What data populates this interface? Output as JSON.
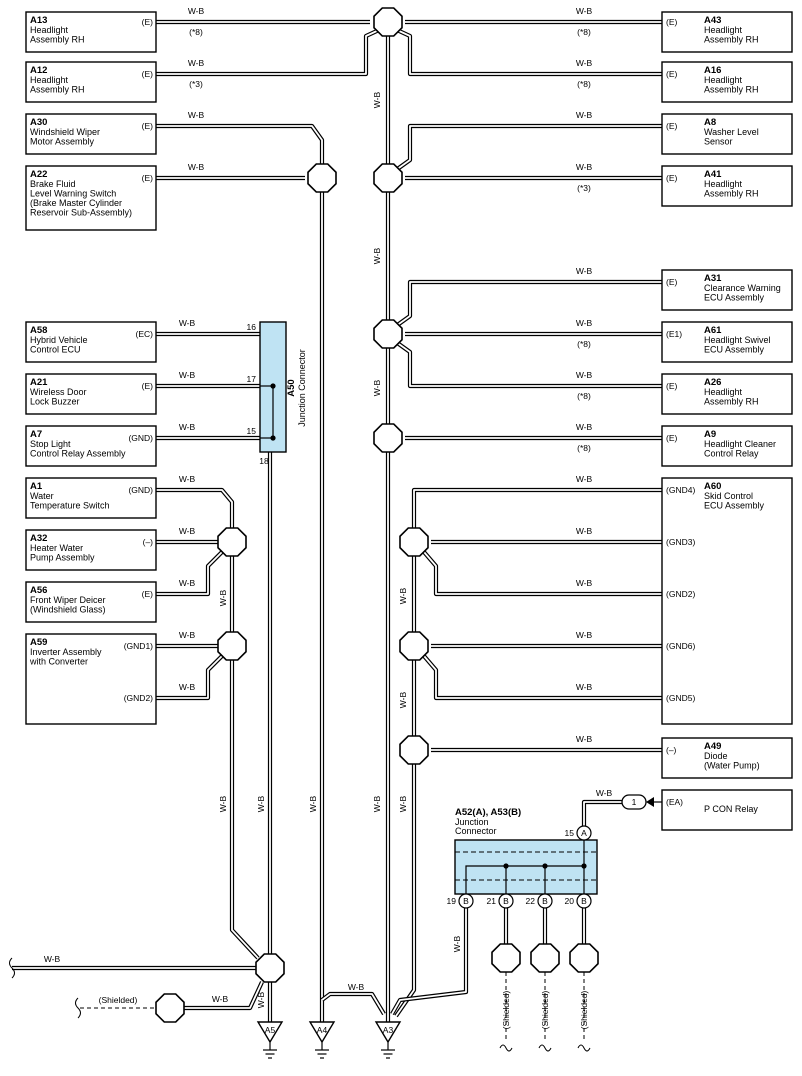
{
  "wire_color": "W-B",
  "left_components": [
    {
      "code": "A13",
      "lines": [
        "Headlight",
        "Assembly RH"
      ],
      "pin": "(E)",
      "note": "(*8)"
    },
    {
      "code": "A12",
      "lines": [
        "Headlight",
        "Assembly RH"
      ],
      "pin": "(E)",
      "note": "(*3)"
    },
    {
      "code": "A30",
      "lines": [
        "Windshield Wiper",
        "Motor Assembly"
      ],
      "pin": "(E)"
    },
    {
      "code": "A22",
      "lines": [
        "Brake Fluid",
        "Level Warning Switch",
        "(Brake Master Cylinder",
        " Reservoir Sub-Assembly)"
      ],
      "pin": "(E)"
    },
    {
      "code": "A58",
      "lines": [
        "Hybrid Vehicle",
        "Control ECU"
      ],
      "pin": "(EC)"
    },
    {
      "code": "A21",
      "lines": [
        "Wireless Door",
        "Lock Buzzer"
      ],
      "pin": "(E)"
    },
    {
      "code": "A7",
      "lines": [
        "Stop Light",
        "Control Relay Assembly"
      ],
      "pin": "(GND)"
    },
    {
      "code": "A1",
      "lines": [
        "Water",
        "Temperature Switch"
      ],
      "pin": "(GND)"
    },
    {
      "code": "A32",
      "lines": [
        "Heater Water",
        "Pump Assembly"
      ],
      "pin": "(–)"
    },
    {
      "code": "A56",
      "lines": [
        "Front Wiper Deicer",
        "(Windshield Glass)"
      ],
      "pin": "(E)"
    },
    {
      "code": "A59",
      "lines": [
        "Inverter Assembly",
        "with Converter"
      ],
      "pins": [
        "(GND1)",
        "(GND2)"
      ]
    }
  ],
  "right_components": [
    {
      "code": "A43",
      "lines": [
        "Headlight",
        "Assembly RH"
      ],
      "pin": "(E)",
      "note": "(*8)"
    },
    {
      "code": "A16",
      "lines": [
        "Headlight",
        "Assembly RH"
      ],
      "pin": "(E)",
      "note": "(*8)"
    },
    {
      "code": "A8",
      "lines": [
        "Washer Level",
        "Sensor"
      ],
      "pin": "(E)"
    },
    {
      "code": "A41",
      "lines": [
        "Headlight",
        "Assembly RH"
      ],
      "pin": "(E)",
      "note": "(*3)"
    },
    {
      "code": "A31",
      "lines": [
        "Clearance Warning",
        "ECU Assembly"
      ],
      "pin": "(E)"
    },
    {
      "code": "A61",
      "lines": [
        "Headlight Swivel",
        "ECU Assembly"
      ],
      "pin": "(E1)",
      "note": "(*8)"
    },
    {
      "code": "A26",
      "lines": [
        "Headlight",
        "Assembly RH"
      ],
      "pin": "(E)",
      "note": "(*8)"
    },
    {
      "code": "A9",
      "lines": [
        "Headlight Cleaner",
        "Control Relay"
      ],
      "pin": "(E)",
      "note": "(*8)"
    },
    {
      "code": "A60",
      "lines": [
        "Skid Control",
        "ECU Assembly"
      ],
      "pins": [
        "(GND4)",
        "(GND3)",
        "(GND2)",
        "(GND6)",
        "(GND5)"
      ]
    },
    {
      "code": "A49",
      "lines": [
        "Diode",
        "(Water Pump)"
      ],
      "pin": "(–)"
    },
    {
      "code": "",
      "lines": [
        "P CON Relay"
      ],
      "pin": "(EA)"
    }
  ],
  "a50": {
    "code": "A50",
    "name": "Junction Connector",
    "pins": [
      "16",
      "17",
      "15",
      "18"
    ]
  },
  "a52": {
    "code": "A52(A), A53(B)",
    "lines": [
      "Junction",
      "Connector"
    ],
    "pins": [
      "15",
      "19",
      "21",
      "22",
      "20"
    ],
    "letters": [
      "A",
      "B"
    ]
  },
  "inline_connector": "1",
  "shielded": "(Shielded)",
  "grounds": [
    "A5",
    "A4",
    "A3"
  ]
}
